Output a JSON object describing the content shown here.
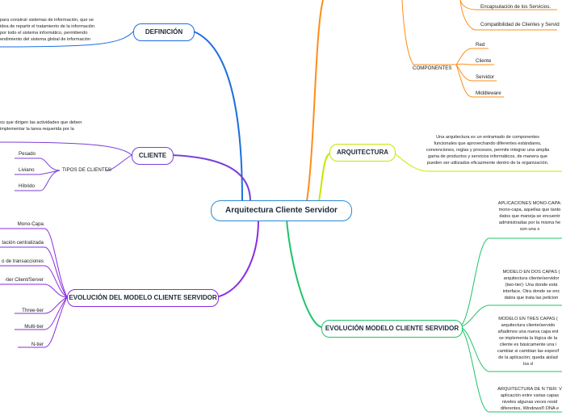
{
  "central": "Arquitectura Cliente Servidor",
  "left": {
    "definicion": {
      "title": "DEFINICIÓN",
      "lines": [
        "para construir sistemas de información, que se",
        "idea de repartir el tratamiento de la información",
        "por todo el sistema informático, permitiendo",
        "endimiento del sistema global de información"
      ]
    },
    "cliente": {
      "title": "CLIENTE",
      "desc_lines": [
        "os que dirigen las actividades que deben",
        "implementar la tarea requerida por la"
      ],
      "tipos_label": "TIPOS DE CLIENTES",
      "tipos": [
        "Pesado",
        "Liviano",
        "Híbrido"
      ]
    },
    "evolucion": {
      "title": "EVOLUCIÓN DEL MODELO CLIENTE SERVIDOR",
      "items": [
        "Mono-Capa",
        "tación centralizada",
        "o de transacciones",
        "-tier Client/Server",
        "Three-tier",
        "Multi-tier",
        "N-tier"
      ]
    }
  },
  "right": {
    "top_items": [
      "Encapsulación de los Servicios.",
      "Compatibilidad de Clientes y Servid"
    ],
    "componentes": {
      "label": "COMPONENTES",
      "items": [
        "Red",
        "Cliente",
        "Servidor",
        "Middleware"
      ]
    },
    "arquitectura": {
      "title": "ARQUITECTURA",
      "lines": [
        "Una arquitectura es un entramado de componentes",
        "funcionales que aprovechando diferentes estándares,",
        "convenciones, reglas y procesos, permite integrar una amplia",
        "gama de productos y servicios informáticos, de manera que",
        "pueden ser utilizados eficazmente dentro de la organización."
      ]
    },
    "evolucion": {
      "title": "EVOLUCIÓN MODELO CLIENTE SERVIDOR",
      "blocks": [
        [
          "APLICACIONES MONO-CAPA:",
          "mono-capa, aquellas que tanto",
          "datos que maneja se encuentr",
          "administradas por la misma he",
          "son una s"
        ],
        [
          "MODELO EN DOS CAPAS (",
          "arquitectura cliente/servidor",
          "(two-tier): Una donde está",
          "interface. Otra donde se enc",
          "datos que trata las peticion"
        ],
        [
          "MODELO EN TRES CAPAS (",
          "arquitectura cliente/servido",
          "añadimos una nueva capa ent",
          "se implementa la lógica de la",
          "cliente es básicamente una i",
          "cambiar si cambian las especif",
          "de la aplicación; queda aislad",
          "los d"
        ],
        [
          "ARQUITECTURA DE N TIER: V",
          "aplicación entre varias capas",
          "niveles algunas veces resid",
          "diferentes, Windows® DNA e"
        ]
      ]
    }
  },
  "colors": {
    "central_border": "#2a8ad4",
    "definicion": "#1e6fe0",
    "cliente": "#7b3fd6",
    "evolucion_left": "#8a2be2",
    "top_right": "#ff8c1a",
    "arquitectura": "#c8e600",
    "evolucion_right": "#1fc36a"
  }
}
